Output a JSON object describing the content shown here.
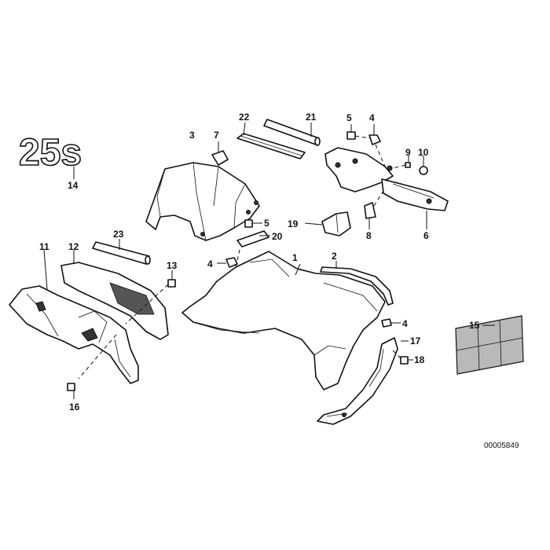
{
  "callouts": {
    "c1": "1",
    "c2": "2",
    "c3": "3",
    "c4a": "4",
    "c4b": "4",
    "c4c": "4",
    "c5a": "5",
    "c5b": "5",
    "c6": "6",
    "c7": "7",
    "c8": "8",
    "c9": "9",
    "c10": "10",
    "c11": "11",
    "c12": "12",
    "c13": "13",
    "c14": "14",
    "c15": "15",
    "c16": "16",
    "c17": "17",
    "c18": "18",
    "c19": "19",
    "c20": "20",
    "c21": "21",
    "c22": "22",
    "c23": "23"
  },
  "emblem": "25s",
  "reference_number": "00005849"
}
